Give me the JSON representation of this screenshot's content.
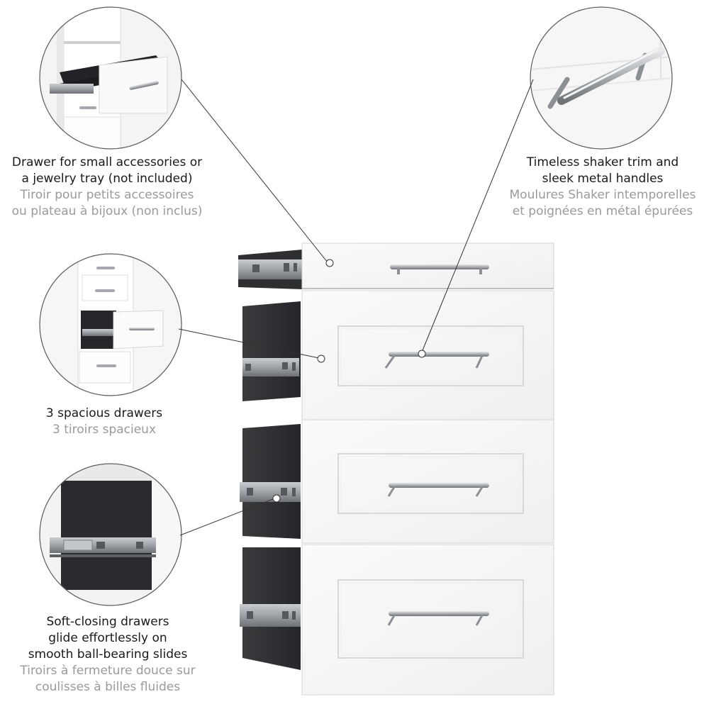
{
  "callouts": {
    "accessories": {
      "en": [
        "Drawer for small accessories or",
        "a jewelry tray (not included)"
      ],
      "fr": [
        "Tiroir pour petits accessoires",
        "ou plateau à bijoux (non inclus)"
      ]
    },
    "trim": {
      "en": [
        "Timeless shaker trim and",
        "sleek metal handles"
      ],
      "fr": [
        "Moulures Shaker intemporelles",
        "et poignées en métal épurées"
      ]
    },
    "drawers": {
      "en": [
        "3 spacious drawers"
      ],
      "fr": [
        "3 tiroirs spacieux"
      ]
    },
    "slides": {
      "en": [
        "Soft-closing drawers",
        "glide effortlessly on",
        "smooth ball-bearing slides"
      ],
      "fr": [
        "Tiroirs à fermeture douce sur",
        "coulisses à billes fluides"
      ]
    }
  },
  "colors": {
    "cabinet_white": "#f7f7f7",
    "panel_edge": "#d5d5d5",
    "drawer_box": "#2e2f31",
    "slide_metal": "#9ea2a6",
    "handle_metal": "#b9bdc1",
    "english_text": "#1a1a1a",
    "french_text": "#9a9a9a"
  }
}
